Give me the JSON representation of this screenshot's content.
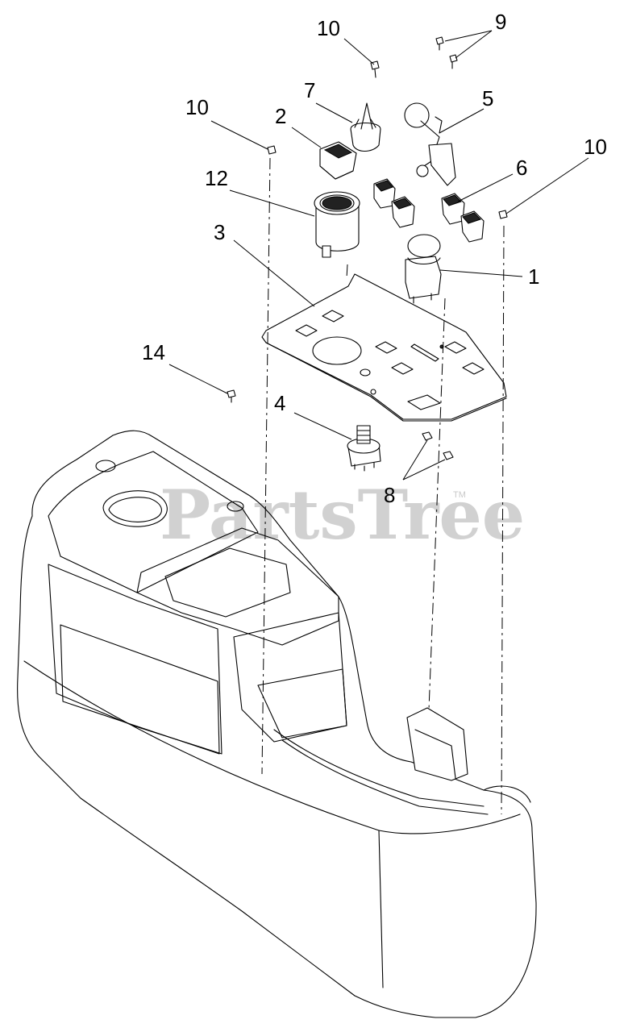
{
  "watermark": {
    "text": "PartsTree",
    "trademark": "TM"
  },
  "callouts": {
    "c1": "1",
    "c2": "2",
    "c3": "3",
    "c4": "4",
    "c5": "5",
    "c6": "6",
    "c7": "7",
    "c8": "8",
    "c9": "9",
    "c10a": "10",
    "c10b": "10",
    "c10c": "10",
    "c12": "12",
    "c14": "14"
  }
}
